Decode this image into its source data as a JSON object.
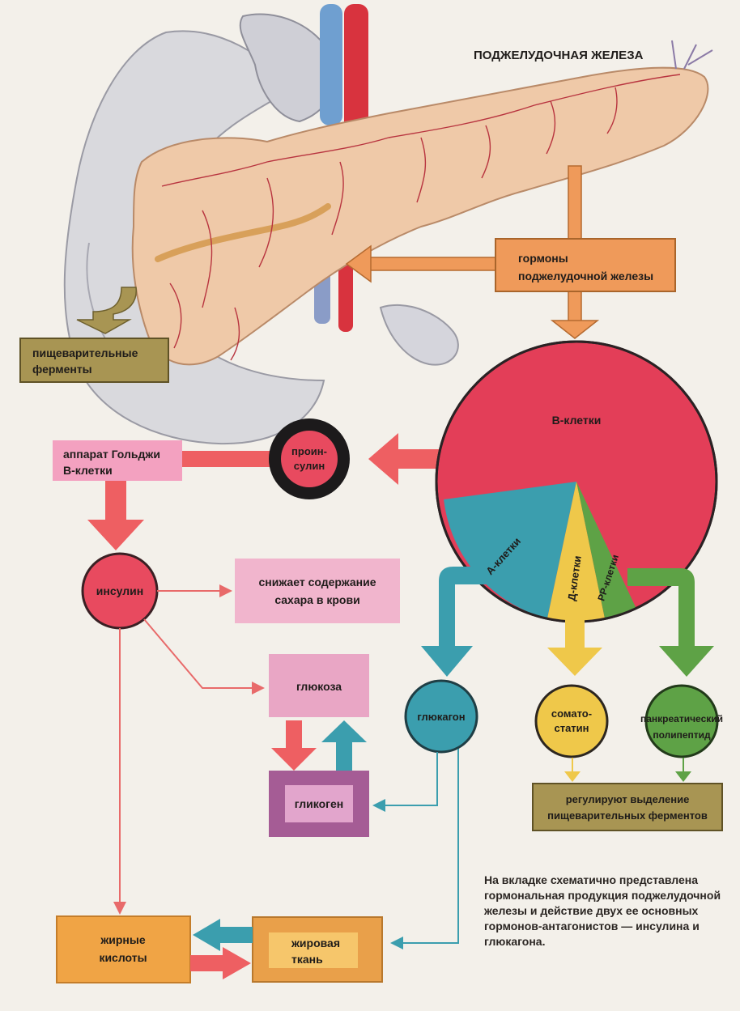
{
  "title": "ПОДЖЕЛУДОЧНАЯ ЖЕЛЕЗА",
  "boxes": {
    "hormones": [
      "гормоны",
      "поджелудочной железы"
    ],
    "enzymes": [
      "пищеварительные",
      "ферменты"
    ],
    "golgi": [
      "аппарат Гольджи",
      "В-клетки"
    ],
    "lowers_sugar": [
      "снижает содержание",
      "сахара в крови"
    ],
    "glucose": "глюкоза",
    "glycogen": "гликоген",
    "regulate": [
      "регулируют выделение",
      "пищеварительных ферментов"
    ],
    "fatty_acids": [
      "жирные",
      "кислоты"
    ],
    "adipose": [
      "жировая",
      "ткань"
    ]
  },
  "circles": {
    "proinsulin": [
      "проин-",
      "сулин"
    ],
    "insulin": "инсулин",
    "glucagon": "глюкагон",
    "somatostatin": [
      "сомато-",
      "статин"
    ],
    "polypeptide": [
      "панкреатический",
      "полипептид"
    ]
  },
  "pie": {
    "b_cells": "В-клетки",
    "a_cells": "А-клетки",
    "d_cells": "Д-клетки",
    "pp_cells": "РР-клетки"
  },
  "caption": "На вкладке схематично представлена гормональная продукция поджелудочной железы и действие двух ее основных гормонов-антагонистов — инсулина и глюкагона.",
  "colors": {
    "orange": "#ef9a5a",
    "red": "#e8465b",
    "teal": "#3b9eae",
    "yellow": "#efc84a",
    "green": "#5ea246",
    "pink_box": "#f1b5cd",
    "purple": "#a55c95",
    "olive": "#a89553",
    "amber": "#f0a445"
  }
}
